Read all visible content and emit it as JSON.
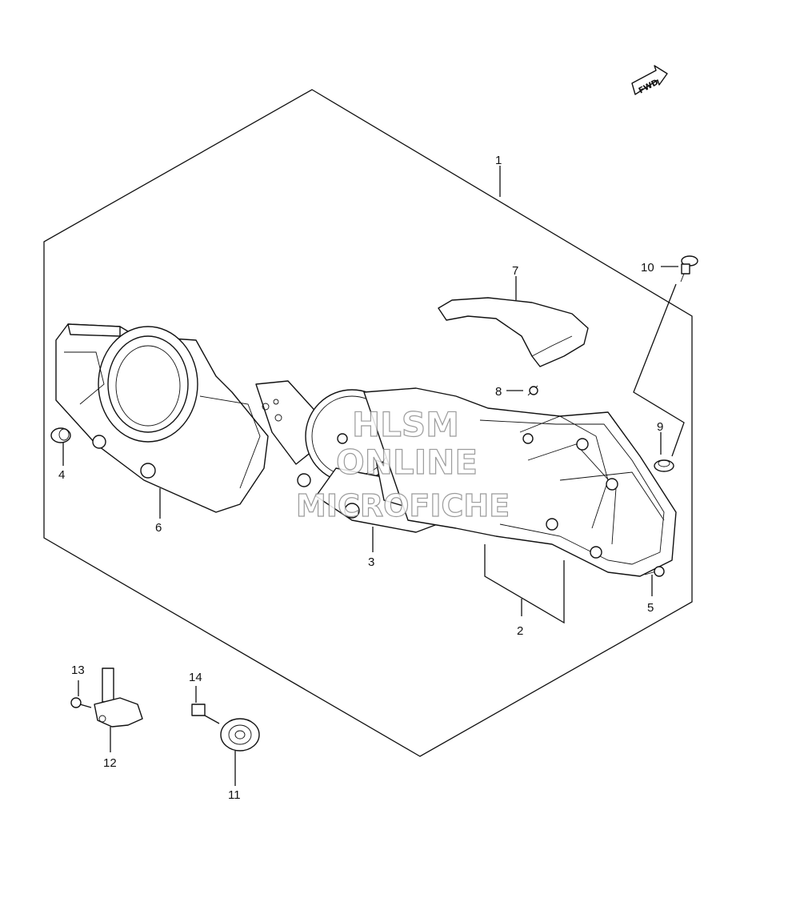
{
  "callouts": [
    {
      "id": "1",
      "text": "1"
    },
    {
      "id": "2",
      "text": "2"
    },
    {
      "id": "3",
      "text": "3"
    },
    {
      "id": "4",
      "text": "4"
    },
    {
      "id": "5",
      "text": "5"
    },
    {
      "id": "6",
      "text": "6"
    },
    {
      "id": "7",
      "text": "7"
    },
    {
      "id": "8",
      "text": "8"
    },
    {
      "id": "9",
      "text": "9"
    },
    {
      "id": "10",
      "text": "10"
    },
    {
      "id": "11",
      "text": "11"
    },
    {
      "id": "12",
      "text": "12"
    },
    {
      "id": "13",
      "text": "13"
    },
    {
      "id": "14",
      "text": "14"
    }
  ],
  "fwd_arrow": {
    "text": "FWD"
  },
  "watermark": {
    "line1": "HLSM",
    "line2": "ONLINE",
    "line3": "MICROFICHE"
  }
}
